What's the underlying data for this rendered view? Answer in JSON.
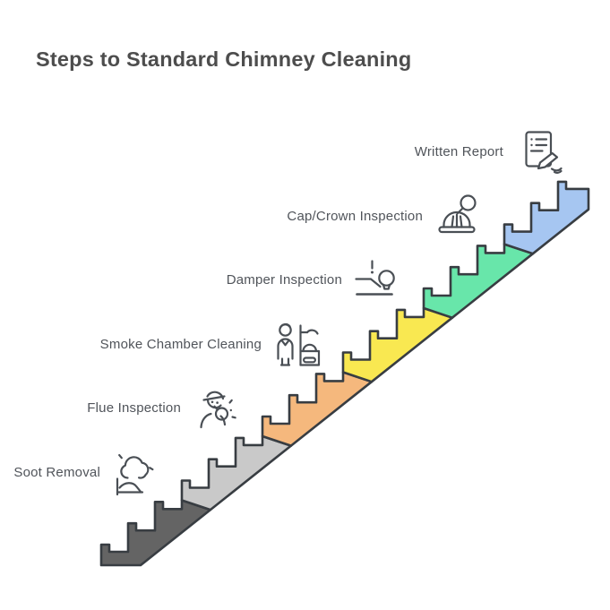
{
  "title": "Steps to Standard Chimney Cleaning",
  "colors": {
    "background": "#ffffff",
    "outline": "#383d42",
    "title_text": "#4d4d4d",
    "label_text": "#50545a",
    "icon_stroke": "#4a4f55"
  },
  "staircase": {
    "direction": "ascending-to-right",
    "steps_per_segment": 3,
    "segments": [
      {
        "label": "Soot Removal",
        "color": "#646464",
        "icon": "soot-cloud-brush-icon"
      },
      {
        "label": "Flue Inspection",
        "color": "#c9c9c9",
        "icon": "inspector-magnifier-icon"
      },
      {
        "label": "Smoke Chamber Cleaning",
        "color": "#f5b87d",
        "icon": "worker-fireplace-icon"
      },
      {
        "label": "Damper Inspection",
        "color": "#f9e851",
        "icon": "damper-alert-icon"
      },
      {
        "label": "Cap/Crown Inspection",
        "color": "#68e6aa",
        "icon": "hardhat-magnifier-icon"
      },
      {
        "label": "Written Report",
        "color": "#a6c6f1",
        "icon": "report-pen-icon"
      }
    ]
  }
}
